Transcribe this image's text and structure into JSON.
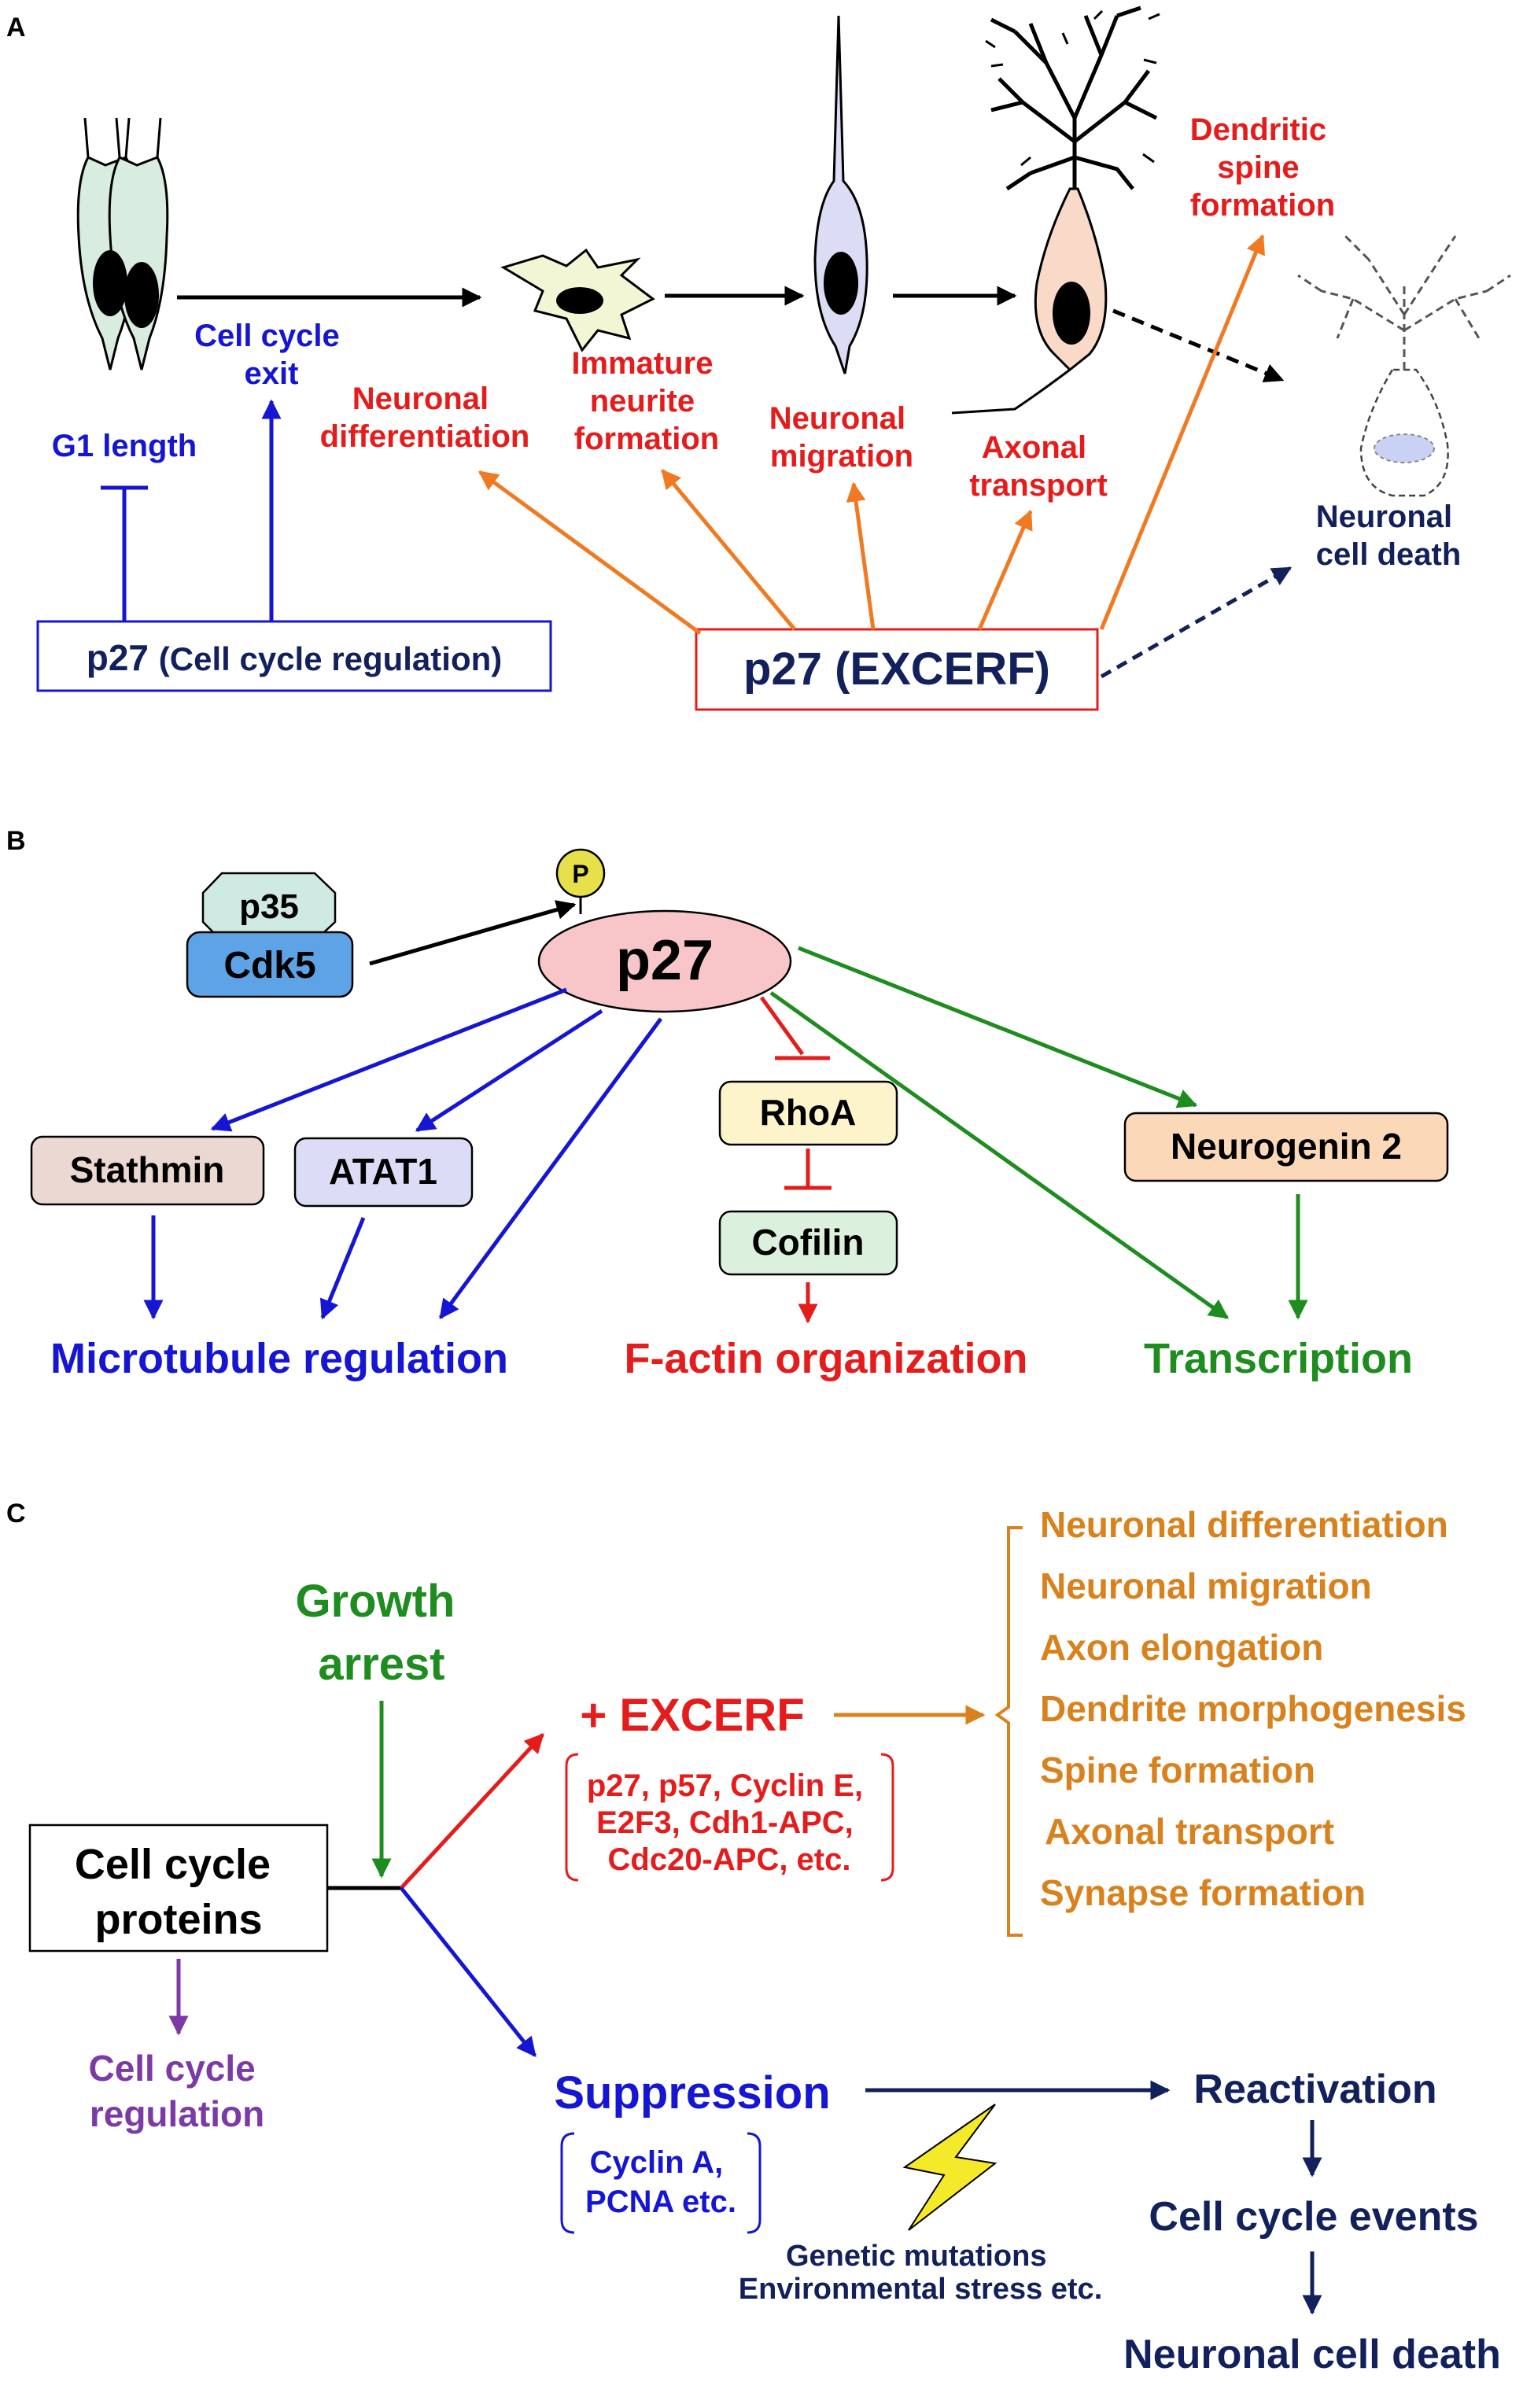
{
  "panel_a": {
    "letter": "A",
    "g1_length": "G1 length",
    "cell_cycle_exit": [
      "Cell cycle",
      "exit"
    ],
    "neuronal_differentiation": [
      "Neuronal",
      "differentiation"
    ],
    "immature_neurite_formation": [
      "Immature",
      "neurite",
      "formation"
    ],
    "neuronal_migration": [
      "Neuronal",
      "migration"
    ],
    "axonal_transport": [
      "Axonal",
      "transport"
    ],
    "dendritic_spine_formation": [
      "Dendritic",
      "spine",
      "formation"
    ],
    "neuronal_cell_death": [
      "Neuronal",
      "cell death"
    ],
    "p27_cell_cycle": {
      "main": "p27",
      "sub": "(Cell cycle regulation)"
    },
    "p27_excerf": "p27 (EXCERF)"
  },
  "panel_b": {
    "letter": "B",
    "p35": "p35",
    "cdk5": "Cdk5",
    "phospho": "P",
    "p27": "p27",
    "stathmin": "Stathmin",
    "atat1": "ATAT1",
    "rhoa": "RhoA",
    "cofilin": "Cofilin",
    "neurogenin2": "Neurogenin 2",
    "microtubule_regulation": "Microtubule regulation",
    "factin_organization": "F-actin organization",
    "transcription": "Transcription"
  },
  "panel_c": {
    "letter": "C",
    "growth_arrest": [
      "Growth",
      "arrest"
    ],
    "excerf": "+ EXCERF",
    "excerf_members": [
      "p27, p57, Cyclin E,",
      "E2F3,  Cdh1-APC,",
      "Cdc20-APC, etc."
    ],
    "functions": [
      "Neuronal differentiation",
      "Neuronal migration",
      "Axon elongation",
      "Dendrite morphogenesis",
      "Spine formation",
      "Axonal transport",
      "Synapse formation"
    ],
    "cell_cycle_proteins": [
      "Cell cycle",
      "proteins"
    ],
    "cell_cycle_regulation": [
      "Cell cycle",
      "regulation"
    ],
    "suppression": "Suppression",
    "suppression_members": [
      "Cyclin A,",
      "PCNA etc."
    ],
    "triggers": [
      "Genetic mutations",
      "Environmental stress etc."
    ],
    "reactivation": "Reactivation",
    "cell_cycle_events": "Cell cycle events",
    "neuronal_cell_death": "Neuronal cell death"
  },
  "colors": {
    "blue": "#1515d4",
    "red": "#e41c1c",
    "orange": "#f07a22",
    "green": "#1e8c1e",
    "purple": "#7b3aa6",
    "navy": "#12215c",
    "gold": "#d9821d"
  }
}
